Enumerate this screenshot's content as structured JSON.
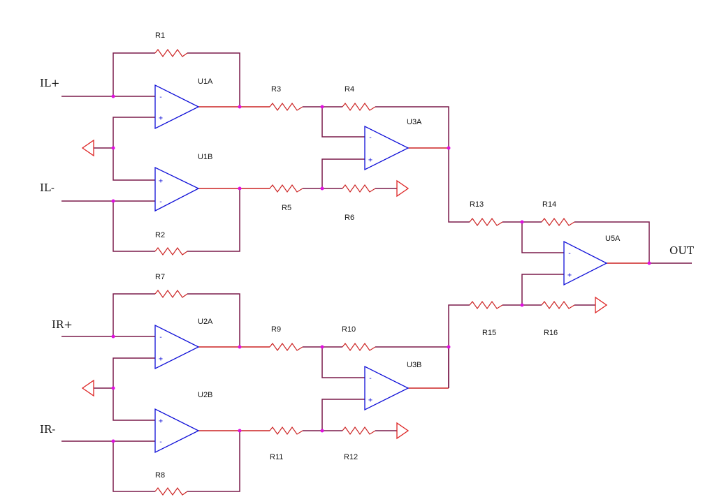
{
  "ports": {
    "il_plus": "IL+",
    "il_minus": "IL-",
    "ir_plus": "IR+",
    "ir_minus": "IR-",
    "out": "OUT"
  },
  "opamps": {
    "u1a": "U1A",
    "u1b": "U1B",
    "u2a": "U2A",
    "u2b": "U2B",
    "u3a": "U3A",
    "u3b": "U3B",
    "u5a": "U5A"
  },
  "resistors": {
    "r1": "R1",
    "r2": "R2",
    "r3": "R3",
    "r4": "R4",
    "r5": "R5",
    "r6": "R6",
    "r7": "R7",
    "r8": "R8",
    "r9": "R9",
    "r10": "R10",
    "r11": "R11",
    "r12": "R12",
    "r13": "R13",
    "r14": "R14",
    "r15": "R15",
    "r16": "R16"
  },
  "pin_signs": {
    "minus": "-",
    "plus": "+"
  },
  "colors": {
    "wire": "#7a1a4a",
    "resistor": "#cc2222",
    "opamp": "#1010d8",
    "junction": "#e010e0",
    "ground": "#dd2222"
  }
}
